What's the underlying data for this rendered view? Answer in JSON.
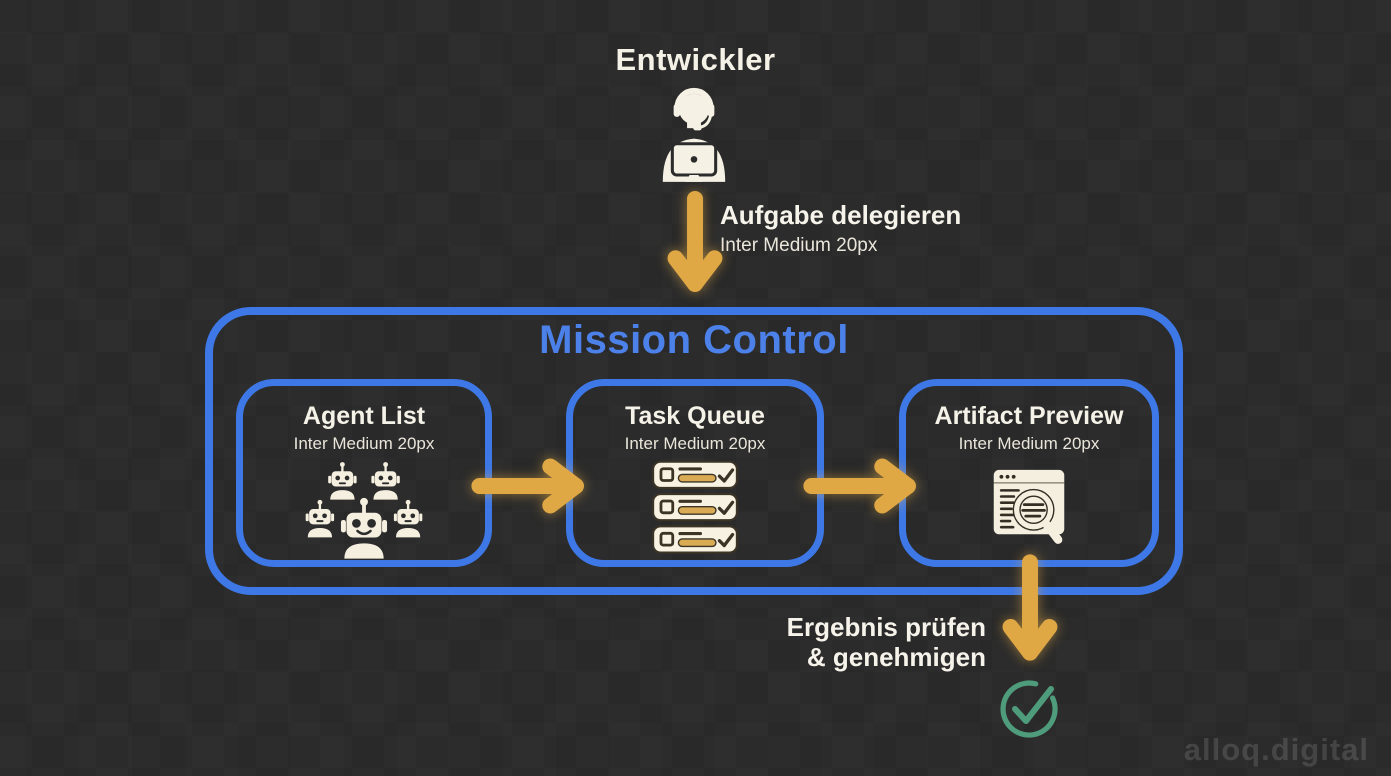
{
  "diagram": {
    "background_color": "#2b2b2b",
    "watermark": "alloq.digital",
    "colors": {
      "box_border_blue": "#3d78e6",
      "mission_title_blue": "#4c81ea",
      "arrow_gold": "#e0a845",
      "icon_cream": "#f5efdf",
      "check_green": "#4f9c7c",
      "text_light": "#f4f1e6",
      "watermark_gray": "#4a4a4a"
    },
    "developer": {
      "label": "Entwickler",
      "icon": "developer-headset-icon"
    },
    "delegate_step": {
      "label": "Aufgabe delegieren",
      "sublabel": "Inter Medium 20px",
      "icon": "arrow-down"
    },
    "mission_control": {
      "title": "Mission Control",
      "panels": [
        {
          "title": "Agent List",
          "subtitle": "Inter Medium 20px",
          "icon": "robot-group-icon"
        },
        {
          "title": "Task Queue",
          "subtitle": "Inter Medium 20px",
          "icon": "task-checklist-icon"
        },
        {
          "title": "Artifact Preview",
          "subtitle": "Inter Medium 20px",
          "icon": "browser-magnifier-icon"
        }
      ],
      "flow_arrows": [
        "agent-list-to-task-queue",
        "task-queue-to-artifact-preview"
      ]
    },
    "review_step": {
      "label_line1": "Ergebnis prüfen",
      "label_line2": "& genehmigen",
      "icon": "check-circle-icon"
    }
  }
}
